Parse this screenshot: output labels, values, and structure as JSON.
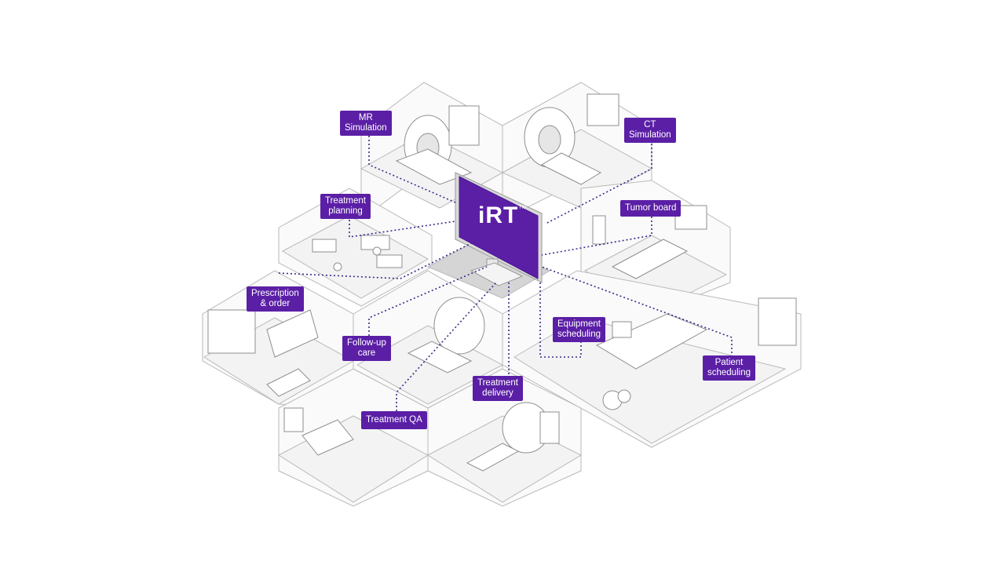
{
  "center": {
    "brand": "iRT",
    "trademark": "TM"
  },
  "labels": [
    {
      "id": "mr",
      "lines": [
        "MR",
        "Simulation"
      ]
    },
    {
      "id": "ct",
      "lines": [
        "CT",
        "Simulation"
      ]
    },
    {
      "id": "tp",
      "lines": [
        "Treatment",
        "planning"
      ]
    },
    {
      "id": "tb",
      "lines": [
        "Tumor board"
      ]
    },
    {
      "id": "po",
      "lines": [
        "Prescription",
        "& order"
      ]
    },
    {
      "id": "fu",
      "lines": [
        "Follow-up",
        "care"
      ]
    },
    {
      "id": "es",
      "lines": [
        "Equipment",
        "scheduling"
      ]
    },
    {
      "id": "ps",
      "lines": [
        "Patient",
        "scheduling"
      ]
    },
    {
      "id": "td",
      "lines": [
        "Treatment",
        "delivery"
      ]
    },
    {
      "id": "qa",
      "lines": [
        "Treatment QA"
      ]
    }
  ],
  "colors": {
    "accent": "#5b1fa6",
    "connector": "#3a2a8a",
    "line": "#b9b9b9"
  }
}
